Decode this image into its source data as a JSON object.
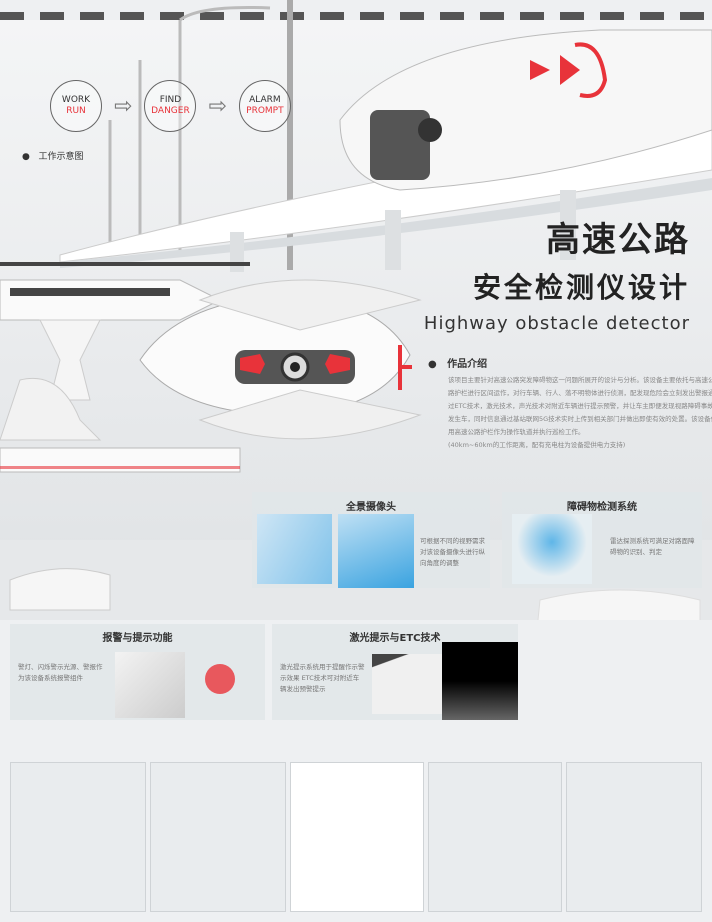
{
  "workflow": [
    {
      "top": "WORK",
      "bottom": "RUN"
    },
    {
      "top": "FIND",
      "bottom": "DANGER"
    },
    {
      "top": "ALARM",
      "bottom": "PROMPT"
    }
  ],
  "workflow_label": "工作示意图",
  "title": {
    "line1": "高速公路",
    "line2": "安全检测仪设计",
    "english": "Highway obstacle detector"
  },
  "intro": {
    "heading": "作品介绍",
    "body": "该项目主要针对高速公路突发障碍物这一问题所展开的设计与分析。该设备主要依托与高速公路护栏进行区间运作，对行车辆、行人、落不明物体进行侦测，配发现危险会立刻发出警报通过ETC技术，激光技术，声光技术对附近车辆进行提示预警，并让车主即便发现视路障碍事故发生车，同时信息通过基站联网5G技术实时上传到相关部门并做出即使有效的处置。该设备使用高速公路护栏作为操作轨道并执行巡检工作。",
    "note": "(40km~60km的工作距离，配有充电柱为设备提供电力支持)"
  },
  "panels": [
    {
      "title": "全景摄像头",
      "text": "可根据不同的视野需求对该设备摄像头进行纵向角度的调整"
    },
    {
      "title": "障碍物检测系统",
      "text": "雷达探测系统可满足对路面障碍物的识别、判定"
    },
    {
      "title": "报警与提示功能",
      "text": "警灯、闪烁警示光源、警报作为该设备系统报警组件"
    },
    {
      "title": "激光提示与ETC技术",
      "text": "激光提示系统用于提醒作示警示效果 ETC技术可对附近车辆发出预警提示"
    }
  ],
  "colors": {
    "accent": "#e8333a",
    "text": "#222222",
    "bg": "#eef0f2"
  }
}
